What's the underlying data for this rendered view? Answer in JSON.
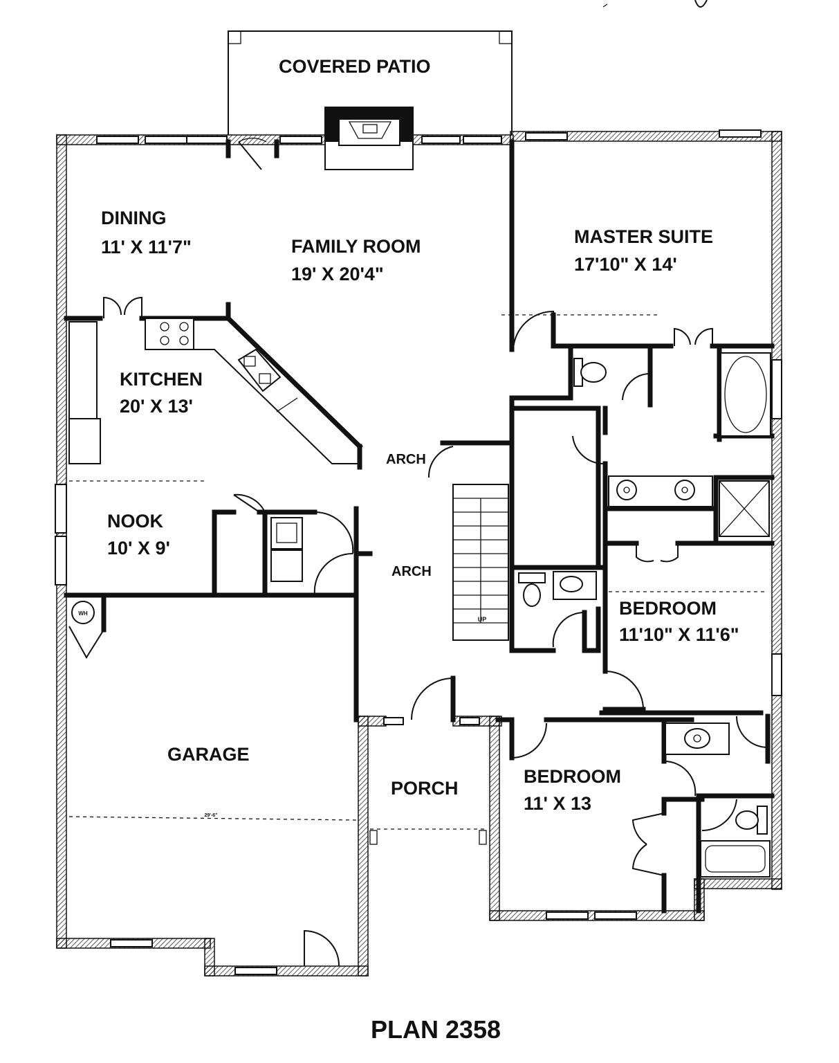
{
  "plan_title": "PLAN 2358",
  "rooms": {
    "covered_patio": {
      "name": "COVERED PATIO"
    },
    "dining": {
      "name": "DINING",
      "dims": "11' X 11'7\""
    },
    "family_room": {
      "name": "FAMILY ROOM",
      "dims": "19' X 20'4\""
    },
    "master_suite": {
      "name": "MASTER SUITE",
      "dims": "17'10\" X 14'"
    },
    "kitchen": {
      "name": "KITCHEN",
      "dims": "20' X 13'"
    },
    "nook": {
      "name": "NOOK",
      "dims": "10' X 9'"
    },
    "bedroom_2": {
      "name": "BEDROOM",
      "dims": "11'10\" X 11'6\""
    },
    "garage": {
      "name": "GARAGE"
    },
    "porch": {
      "name": "PORCH"
    },
    "bedroom_3": {
      "name": "BEDROOM",
      "dims": "11' X 13"
    }
  },
  "arches": {
    "upper": "ARCH",
    "lower": "ARCH"
  },
  "stair_label": "UP",
  "wh_label": "WH"
}
